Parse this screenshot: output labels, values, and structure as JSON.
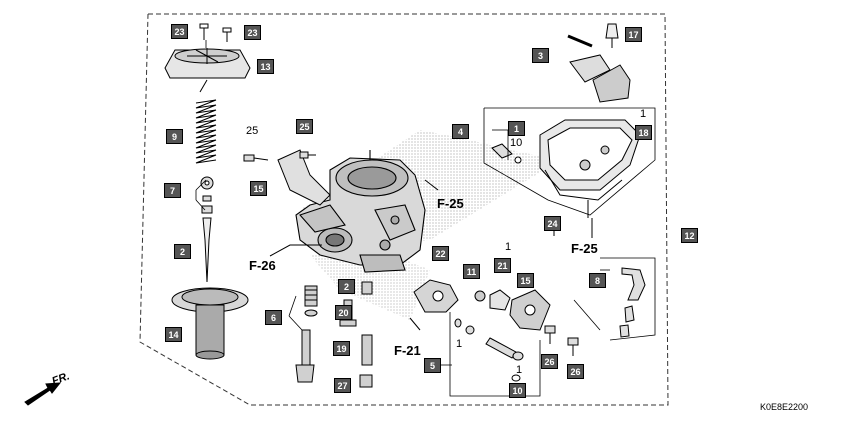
{
  "callouts": [
    "23",
    "23",
    "13",
    "9",
    "7",
    "2",
    "14",
    "3",
    "17",
    "4",
    "1",
    "18",
    "25",
    "15",
    "24",
    "12",
    "22",
    "11",
    "21",
    "15",
    "8",
    "2",
    "6",
    "20",
    "19",
    "27",
    "5",
    "10",
    "26",
    "26"
  ],
  "plain_numbers": {
    "n1_top": "1",
    "n10": "10",
    "n25": "25",
    "n1_mid": "1",
    "n1_lower": "1",
    "n1_bottom": "1"
  },
  "refs": {
    "f25_a": "F-25",
    "f25_b": "F-25",
    "f26": "F-26",
    "f21": "F-21"
  },
  "direction_label": "FR.",
  "diagram_code": "K0E8E2200"
}
